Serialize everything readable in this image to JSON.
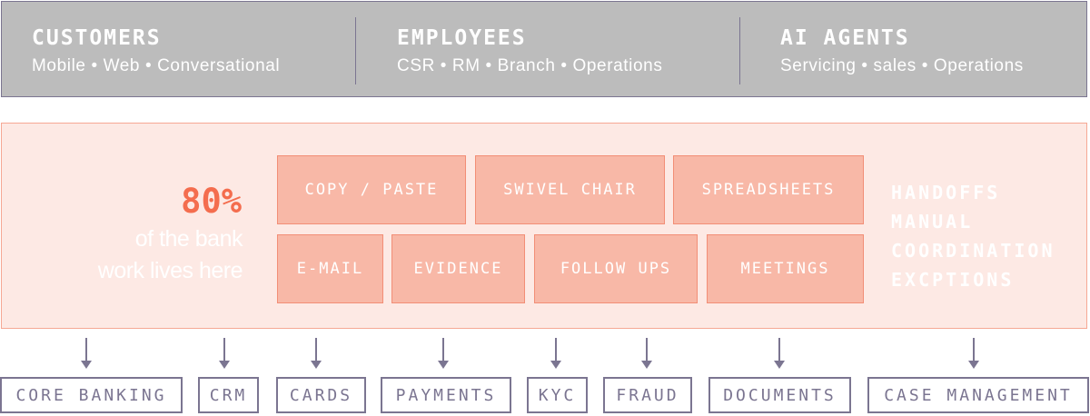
{
  "channels": [
    {
      "title": "CUSTOMERS",
      "subtitle": "Mobile • Web • Conversational"
    },
    {
      "title": "EMPLOYEES",
      "subtitle": "CSR • RM • Branch • Operations"
    },
    {
      "title": "AI AGENTS",
      "subtitle": "Servicing • sales • Operations"
    }
  ],
  "work": {
    "stat": "80%",
    "description_line1": "of the bank",
    "description_line2": "work lives here",
    "tasks": [
      "COPY / PASTE",
      "SWIVEL CHAIR",
      "SPREADSHEETS",
      "E-MAIL",
      "EVIDENCE",
      "FOLLOW UPS",
      "MEETINGS"
    ],
    "side_items": [
      "HANDOFFS",
      "MANUAL",
      "COORDINATION",
      "EXCPTIONS"
    ]
  },
  "systems": [
    "CORE BANKING",
    "CRM",
    "CARDS",
    "PAYMENTS",
    "KYC",
    "FRAUD",
    "DOCUMENTS",
    "CASE MANAGEMENT"
  ],
  "colors": {
    "top_band": "#bcbcbc",
    "border": "#7b7591",
    "mid_band": "#fde9e4",
    "chip": "#f8b8a7",
    "accent": "#f46d4e"
  }
}
